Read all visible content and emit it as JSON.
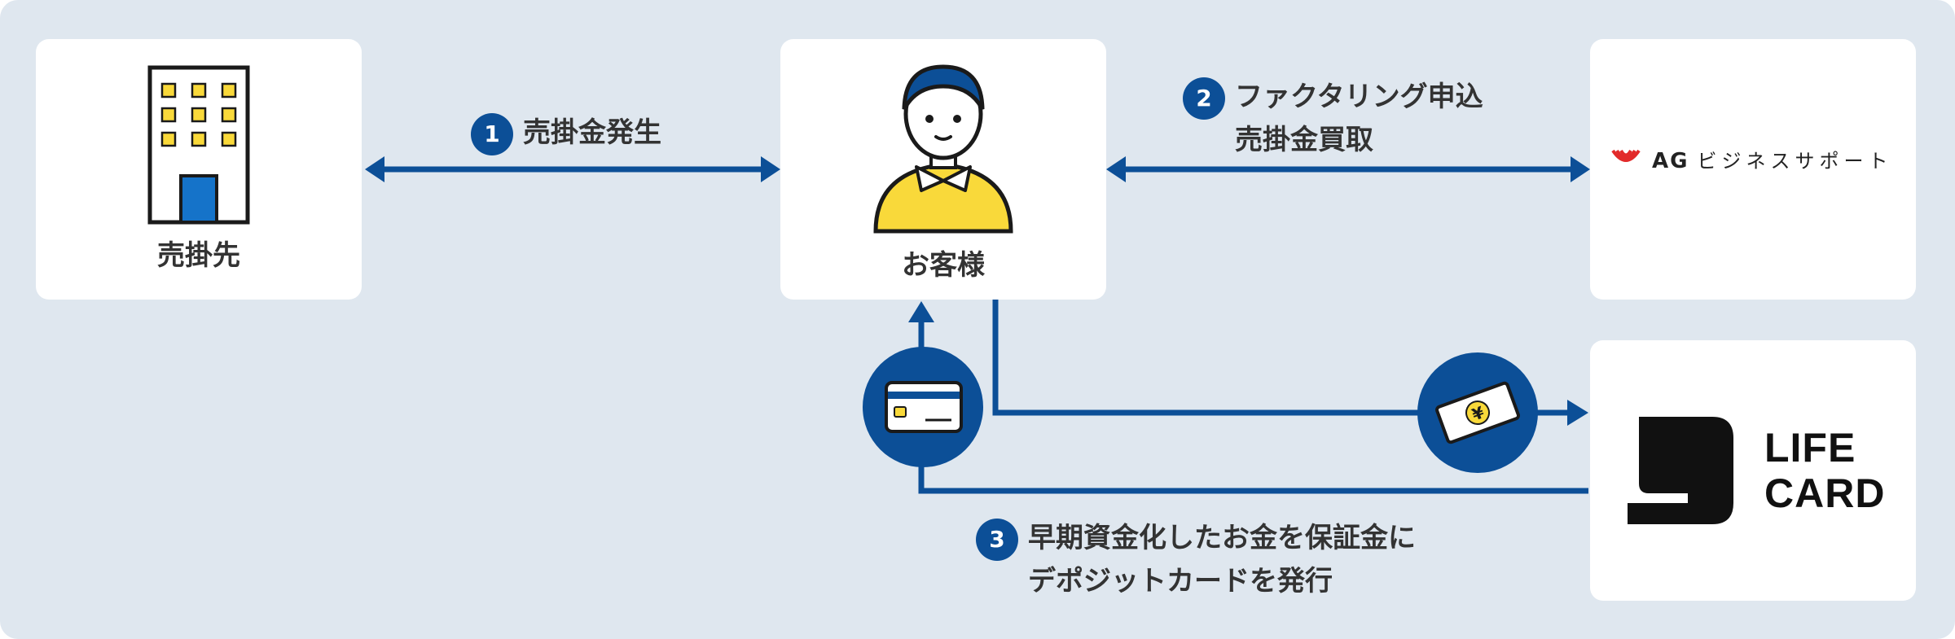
{
  "nodes": {
    "buyer": {
      "label": "売掛先"
    },
    "customer": {
      "label": "お客様"
    },
    "ag": {
      "brand": "AG",
      "brand_sub": "ビジネスサポート"
    },
    "lifecard": {
      "line1": "LIFE",
      "line2": "CARD"
    }
  },
  "steps": [
    {
      "number": "1",
      "lines": [
        "売掛金発生"
      ]
    },
    {
      "number": "2",
      "lines": [
        "ファクタリング申込",
        "売掛金買取"
      ]
    },
    {
      "number": "3",
      "lines": [
        "早期資金化したお金を保証金に",
        "デポジットカードを発行"
      ]
    }
  ],
  "icons": {
    "building": "building-icon",
    "person": "person-icon",
    "card": "credit-card-icon",
    "money": "yen-bill-icon"
  },
  "colors": {
    "background": "#dfe7ef",
    "card": "#ffffff",
    "accent": "#0c4f97",
    "yellow": "#f9d93a",
    "text": "#333333"
  }
}
